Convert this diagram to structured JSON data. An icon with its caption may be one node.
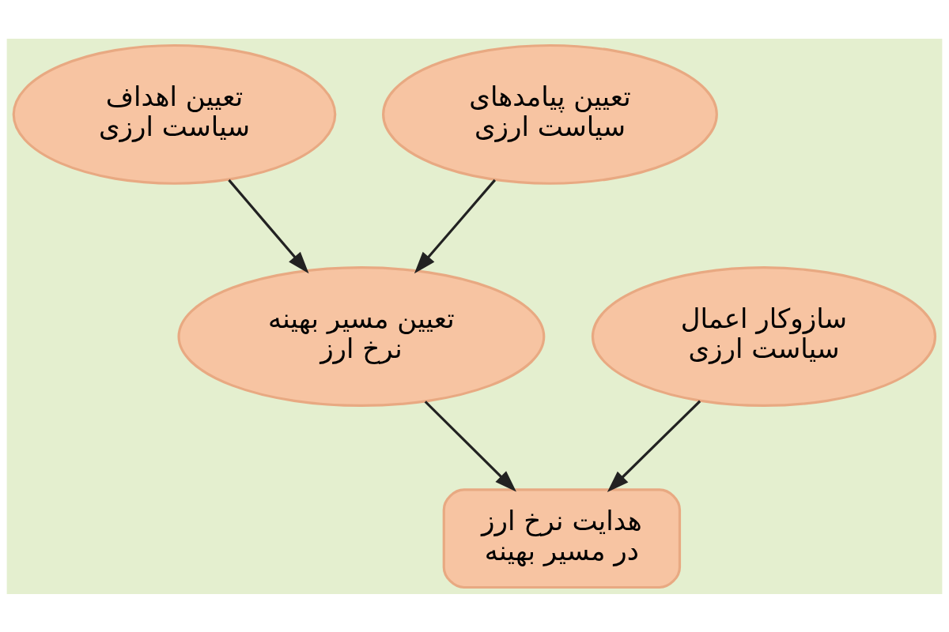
{
  "diagram": {
    "nodes": [
      {
        "text": [
          "تعیین اهداف سیاست ارزی"
        ]
      },
      {
        "text": [
          "تعیین پیامدهای سیاست ارزی"
        ]
      },
      {
        "text": [
          "سازوکار اعمال سیاست ارزی"
        ]
      },
      {
        "text": [
          "تعیین مسیر بهینه نرخ ارز"
        ]
      },
      {
        "text": [
          "هدایت نرخ ارز در مسیر بهینه"
        ]
      }
    ],
    "edges": [
      {
        "from": 0,
        "to": 3,
        "arrow": "to"
      },
      {
        "from": 1,
        "to": 3,
        "arrow": "to"
      },
      {
        "from": 2,
        "to": 4,
        "arrow": "to"
      },
      {
        "from": 3,
        "to": 4,
        "arrow": "to"
      }
    ]
  }
}
